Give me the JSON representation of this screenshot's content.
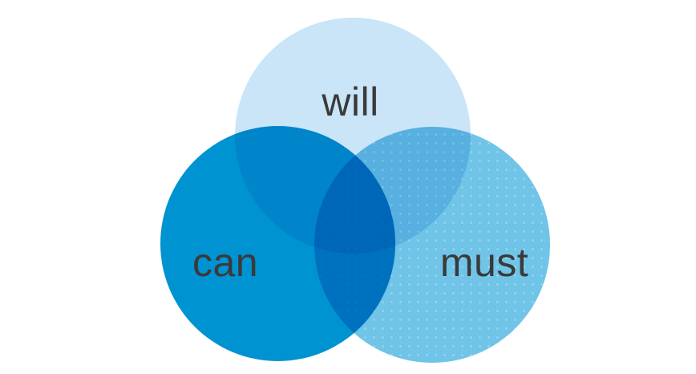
{
  "diagram": {
    "type": "venn-diagram",
    "background_color": "#ffffff",
    "label_color": "#3a3a3a",
    "circles": [
      {
        "id": "will",
        "label": "will",
        "position": "top",
        "color": "#c9e5f7"
      },
      {
        "id": "can",
        "label": "can",
        "position": "bottom-left",
        "color": "#0093d1"
      },
      {
        "id": "must",
        "label": "must",
        "position": "bottom-right",
        "color": "#6fc4e8"
      }
    ],
    "overlap_colors": {
      "will_can": "#0088c8",
      "will_must": "#57b2e1",
      "can_must": "#0d74ba",
      "will_can_must": "#0068b0"
    }
  }
}
